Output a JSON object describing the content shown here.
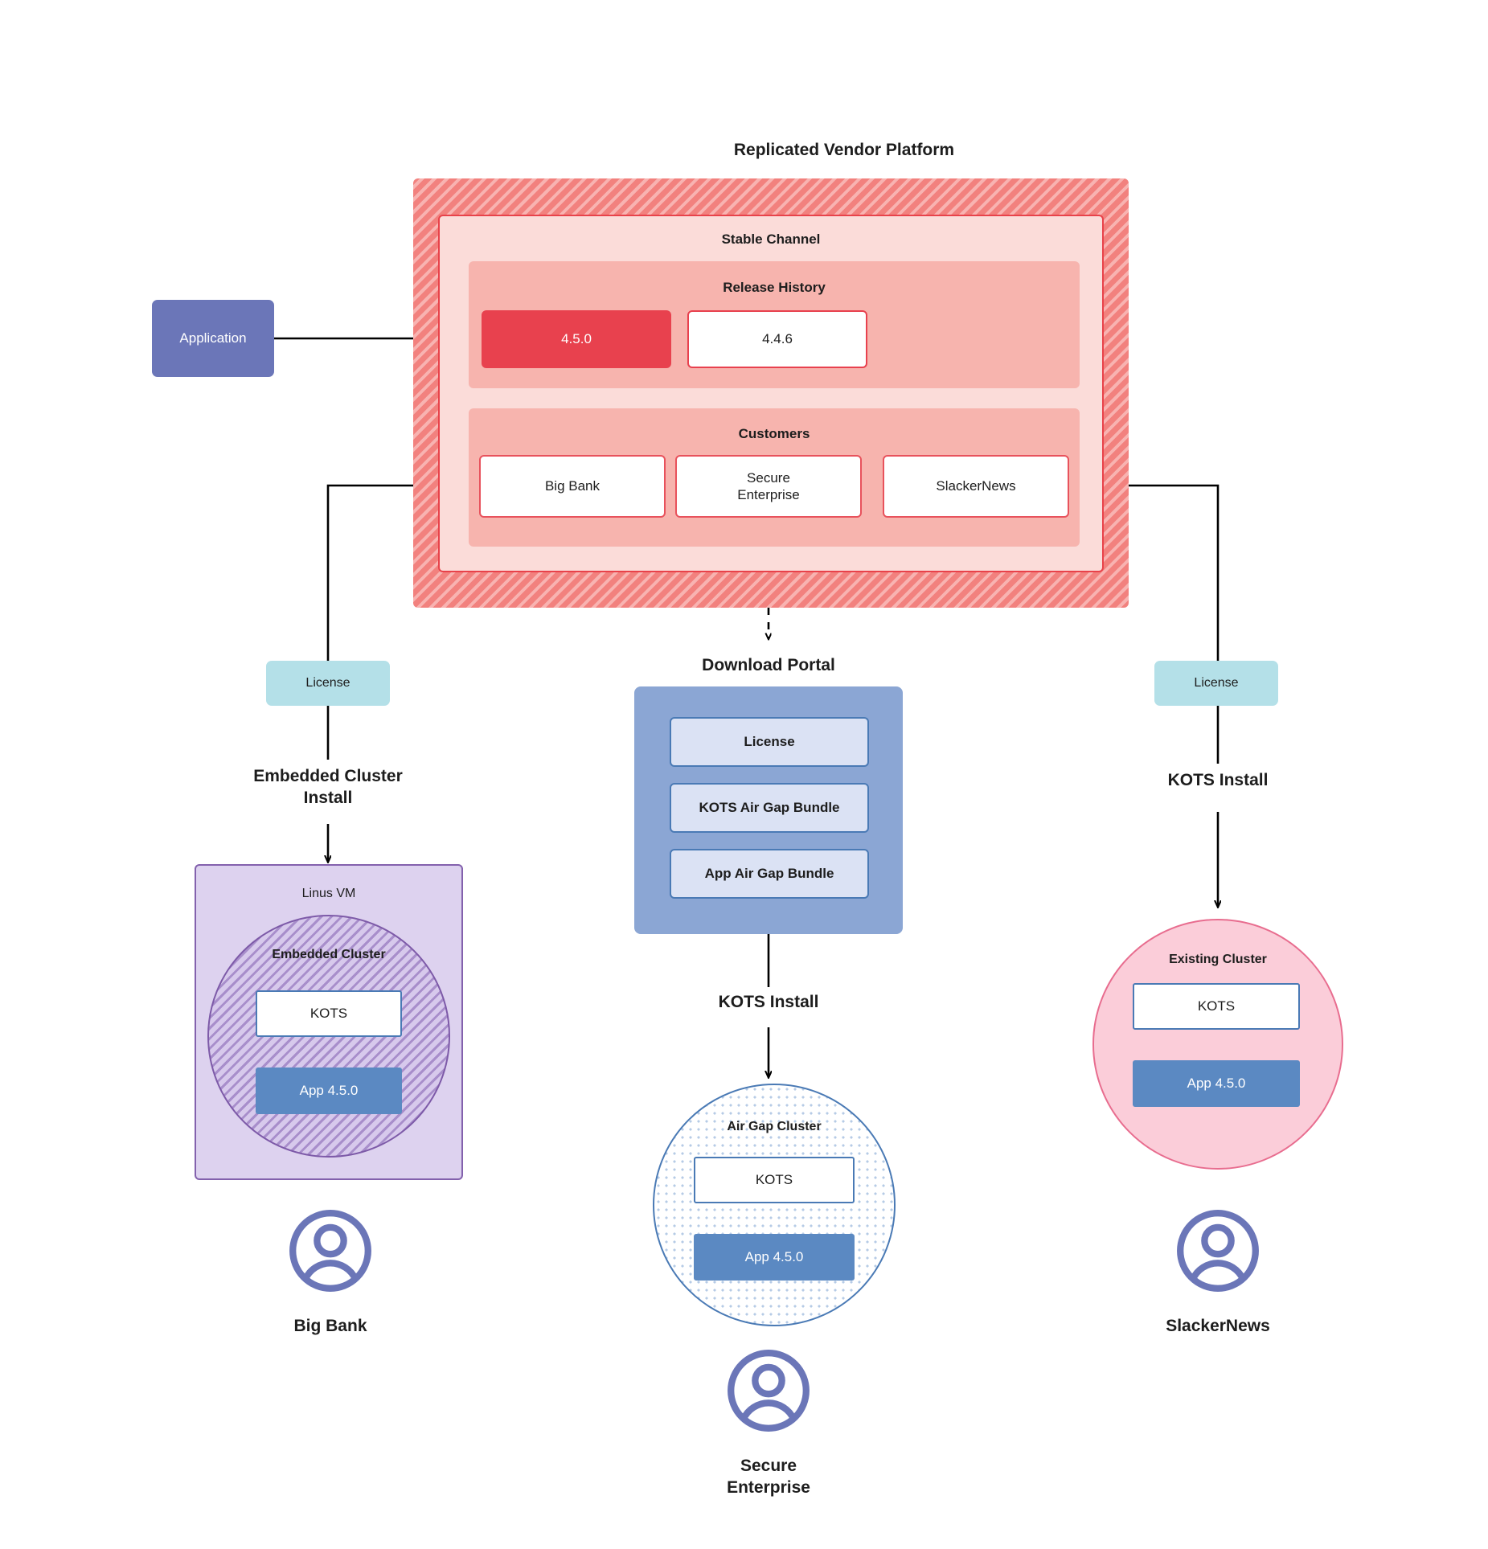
{
  "diagram": {
    "title": "Replicated Vendor Platform",
    "application": {
      "label": "Application"
    },
    "channel": {
      "title": "Stable Channel",
      "release_history": {
        "title": "Release History",
        "releases": [
          {
            "version": "4.5.0",
            "state": "current"
          },
          {
            "version": "4.4.6",
            "state": "previous"
          }
        ]
      },
      "customers": {
        "title": "Customers",
        "items": [
          {
            "name": "Big Bank"
          },
          {
            "name": "Secure\nEnterprise"
          },
          {
            "name": "SlackerNews"
          }
        ]
      }
    },
    "branches": {
      "left": {
        "license_label": "License",
        "flow_label": "Embedded Cluster\nInstall",
        "host": {
          "title": "Linus VM",
          "cluster_title": "Embedded Cluster",
          "kots_label": "KOTS",
          "app_label": "App 4.5.0"
        },
        "customer_label": "Big Bank"
      },
      "middle": {
        "portal_title": "Download  Portal",
        "portal_items": [
          "License",
          "KOTS Air Gap Bundle",
          "App Air Gap Bundle"
        ],
        "flow_label": "KOTS Install",
        "cluster": {
          "title": "Air Gap Cluster",
          "kots_label": "KOTS",
          "app_label": "App 4.5.0"
        },
        "customer_label": "Secure\nEnterprise"
      },
      "right": {
        "license_label": "License",
        "flow_label": "KOTS Install",
        "cluster": {
          "title": "Existing Cluster",
          "kots_label": "KOTS",
          "app_label": "App 4.5.0"
        },
        "customer_label": "SlackerNews"
      }
    },
    "colors": {
      "platform_hatch": "#f2817e",
      "channel_bg": "#fbdcd9",
      "panel_bg": "#f7b4ae",
      "release_current": "#e8414e",
      "application": "#6b76b8",
      "license_chip": "#b4e0e8",
      "portal_bg": "#8ba6d4",
      "portal_item": "#dbe2f4",
      "vm_bg": "#ddd2ef",
      "embedded_stroke": "#7d5aa8",
      "airgap_stroke": "#4a7ab5",
      "existing_bg": "#fbcdd9",
      "app_box": "#5b89c2",
      "avatar": "#6b76b8",
      "edge": "#000000"
    }
  }
}
